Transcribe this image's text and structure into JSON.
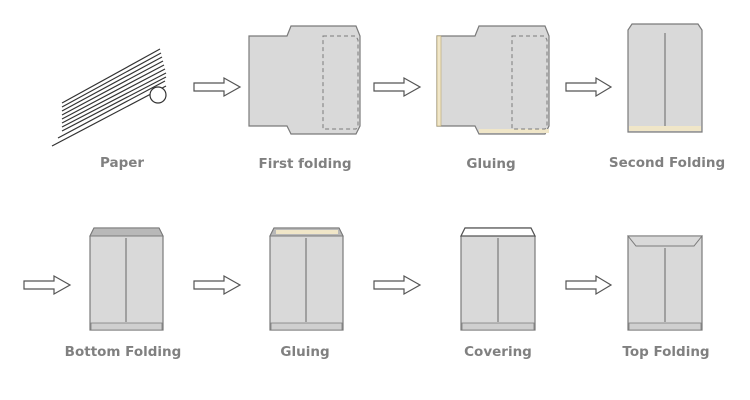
{
  "steps": [
    {
      "label": "Paper"
    },
    {
      "label": "First folding"
    },
    {
      "label": "Gluing"
    },
    {
      "label": "Second Folding"
    },
    {
      "label": "Bottom Folding"
    },
    {
      "label": "Gluing"
    },
    {
      "label": "Covering"
    },
    {
      "label": "Top Folding"
    }
  ],
  "colors": {
    "paper": "#d9d9d9",
    "paper_dark": "#b8b8b8",
    "outline": "#7a7a7a",
    "glue": "#f0e6c8",
    "label": "#808080",
    "arrow_fill": "#ffffff",
    "arrow_stroke": "#555555"
  }
}
